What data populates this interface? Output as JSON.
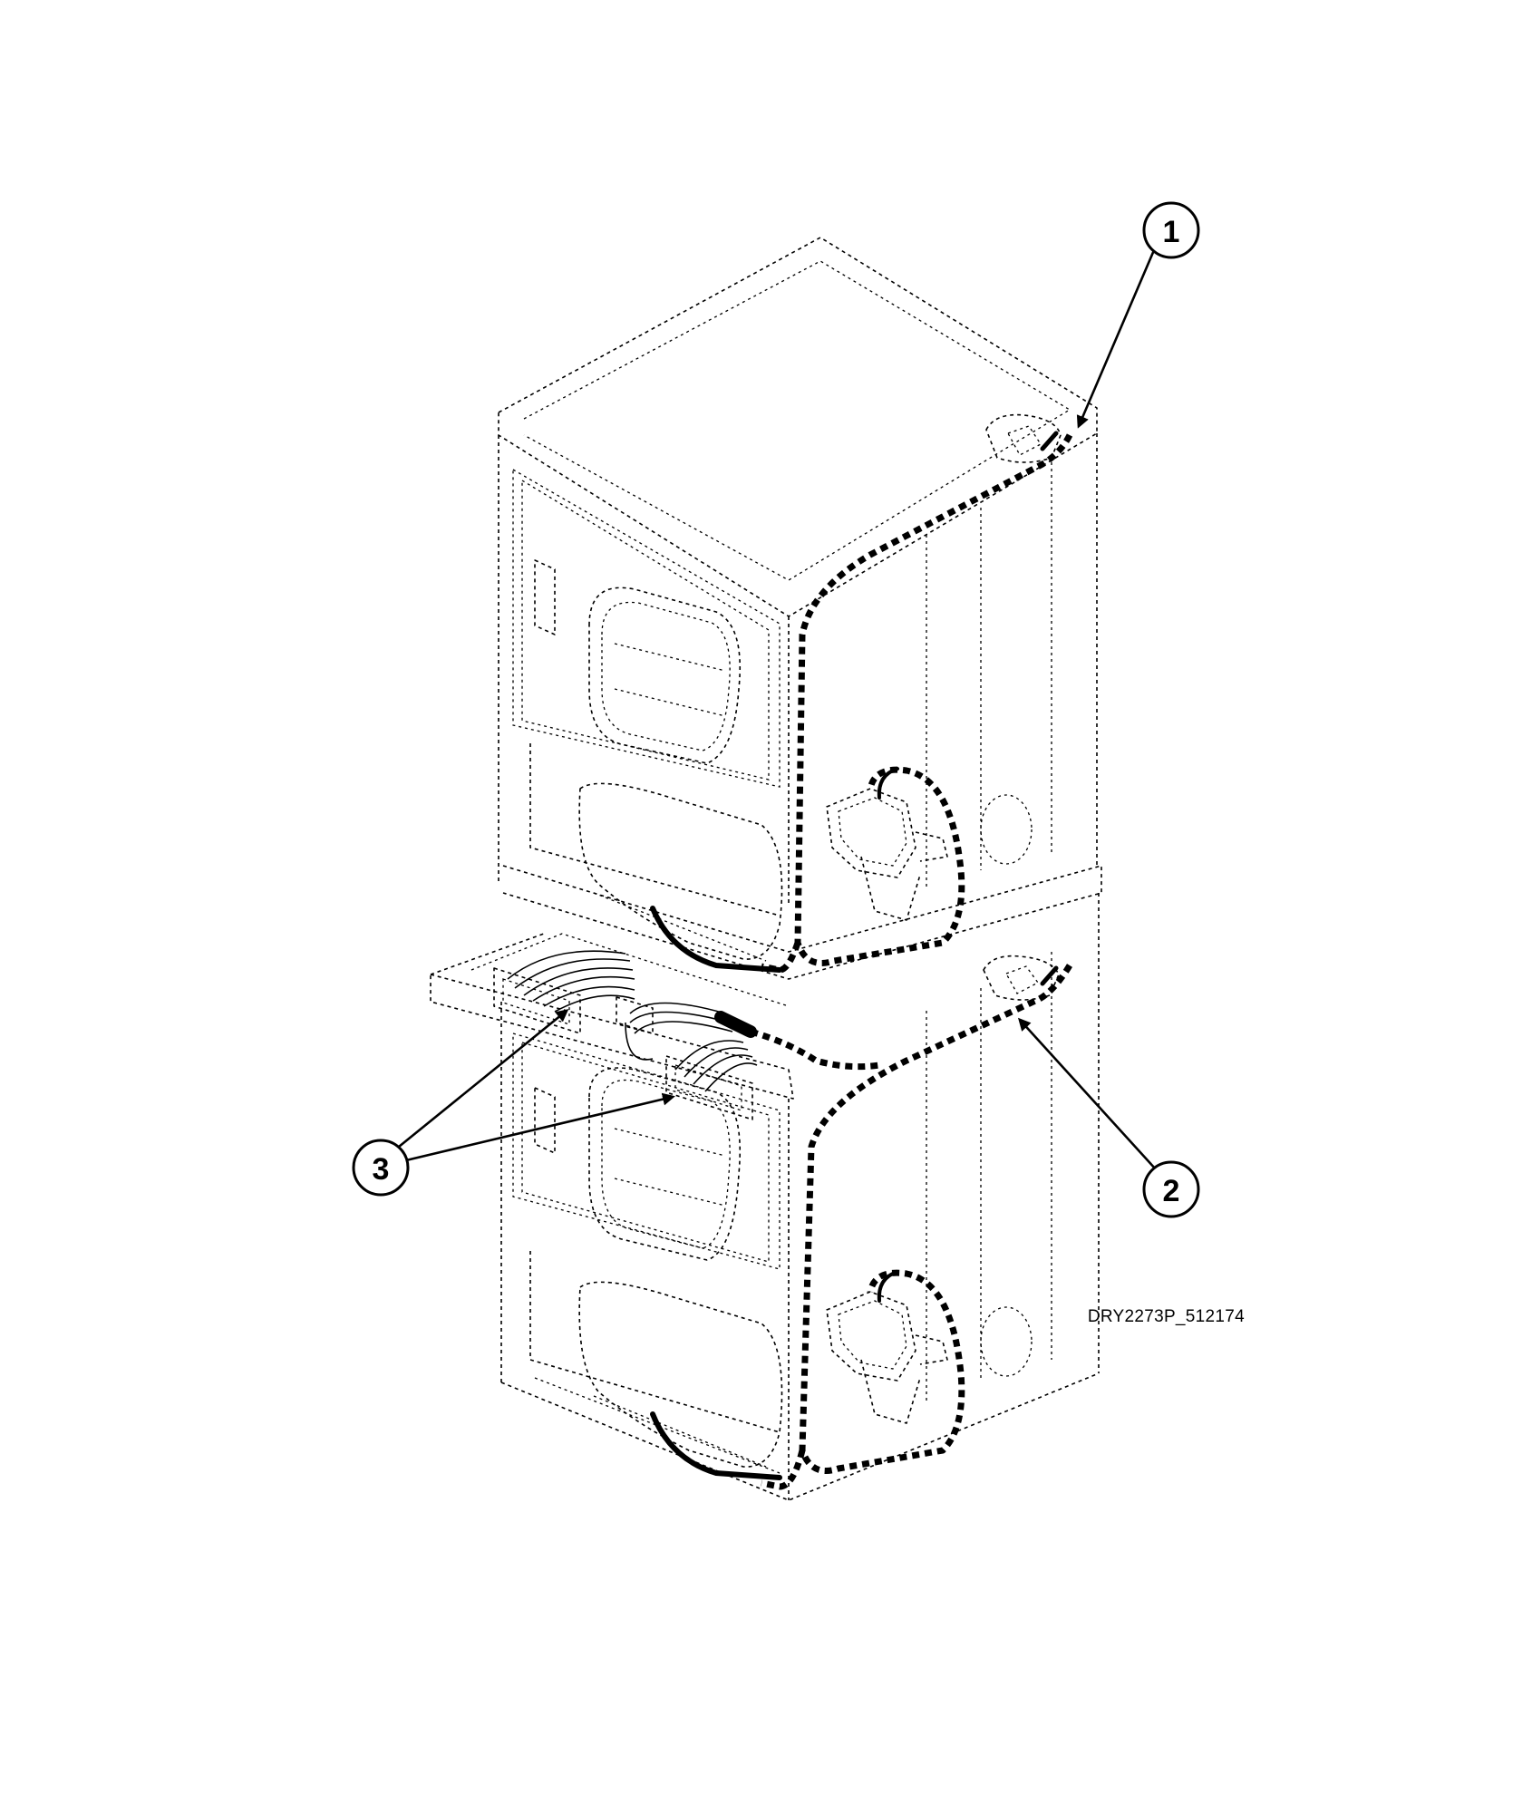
{
  "callouts": [
    {
      "label": "1"
    },
    {
      "label": "2"
    },
    {
      "label": "3"
    }
  ],
  "figure_id": "DRY2273P_512174"
}
